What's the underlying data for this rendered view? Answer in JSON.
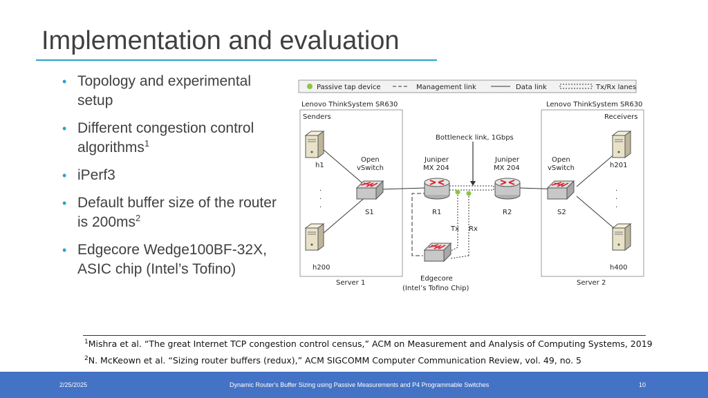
{
  "slide": {
    "title": "Implementation and evaluation",
    "bullets": [
      {
        "text": "Topology and experimental setup",
        "sup": ""
      },
      {
        "text": "Different congestion control algorithms",
        "sup": "1"
      },
      {
        "text": "iPerf3",
        "sup": ""
      },
      {
        "text": "Default buffer size of the router is 200ms",
        "sup": "2"
      },
      {
        "text": "Edgecore Wedge100BF-32X, ASIC chip (Intel’s Tofino)",
        "sup": ""
      }
    ]
  },
  "diagram": {
    "legend": {
      "passive_tap": "Passive tap device",
      "management": "Management link",
      "data": "Data link",
      "txrx": "Tx/Rx lanes"
    },
    "left_server_model": "Lenovo ThinkSystem SR630",
    "right_server_model": "Lenovo ThinkSystem SR630",
    "senders": "Senders",
    "receivers": "Receivers",
    "bottleneck": "Bottleneck link, 1Gbps",
    "nodes": {
      "h1": "h1",
      "h200": "h200",
      "h201": "h201",
      "h400": "h400",
      "s1_line1": "Open",
      "s1_line2": "vSwitch",
      "s1": "S1",
      "s2_line1": "Open",
      "s2_line2": "vSwitch",
      "s2": "S2",
      "r1_line1": "Juniper",
      "r1_line2": "MX 204",
      "r1": "R1",
      "r2_line1": "Juniper",
      "r2_line2": "MX 204",
      "r2": "R2",
      "tx": "Tx",
      "rx": "Rx",
      "edgecore": "Edgecore",
      "edgecore_chip": "(Intel’s Tofino Chip)"
    },
    "server1": "Server 1",
    "server2": "Server 2",
    "colors": {
      "tap": "#8dc63f",
      "router": "#d9232e",
      "box": "#999999"
    }
  },
  "footnotes": [
    {
      "sup": "1",
      "text": "Mishra et al. “The great Internet TCP congestion control census,” ACM on Measurement and Analysis of Computing Systems, 2019"
    },
    {
      "sup": "2",
      "text": "N. McKeown et al. “Sizing router buffers (redux),” ACM SIGCOMM Computer Communication Review, vol. 49, no. 5"
    }
  ],
  "footer": {
    "date": "2/25/2025",
    "title": "Dynamic Router's Buffer Sizing using Passive Measurements and P4 Programmable Switches",
    "page": "10"
  }
}
